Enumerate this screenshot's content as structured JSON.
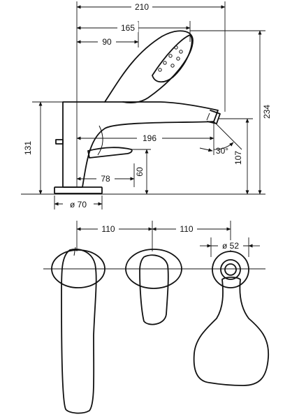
{
  "dimensions": {
    "top_overall_width": "210",
    "top_spout_to_handle": "165",
    "top_handshower_head": "90",
    "overall_height": "234",
    "base_height": "131",
    "spout_projection": "196",
    "spout_height": "107",
    "spout_angle": "30°",
    "lever_offset": "78",
    "lever_height": "60",
    "base_diameter": "ø 70",
    "plan_spacing_left": "110",
    "plan_spacing_right": "110",
    "plan_rosette_diameter": "ø 52"
  },
  "colors": {
    "line": "#111111",
    "background": "#ffffff"
  }
}
